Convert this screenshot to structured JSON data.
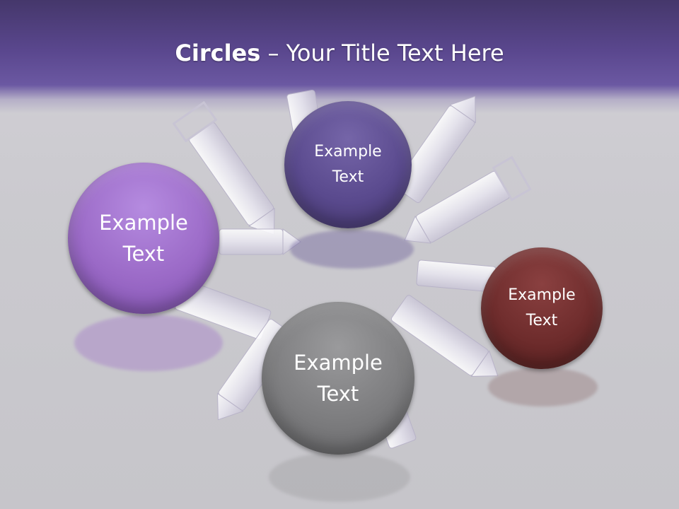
{
  "slide": {
    "title_bold": "Circles",
    "title_rest": " – Your Title Text Here"
  },
  "circles": [
    {
      "label": "Example\nText",
      "color": "#9b6ac7"
    },
    {
      "label": "Example\nText",
      "color": "#5a4a8e"
    },
    {
      "label": "Example\nText",
      "color": "#6e2c2c"
    },
    {
      "label": "Example\nText",
      "color": "#7d7d7f"
    }
  ],
  "colors": {
    "header_dark": "#45376b",
    "header_light": "#6b58a2",
    "background": "#cbcacf"
  },
  "decoration": "crystal-pendants-image"
}
